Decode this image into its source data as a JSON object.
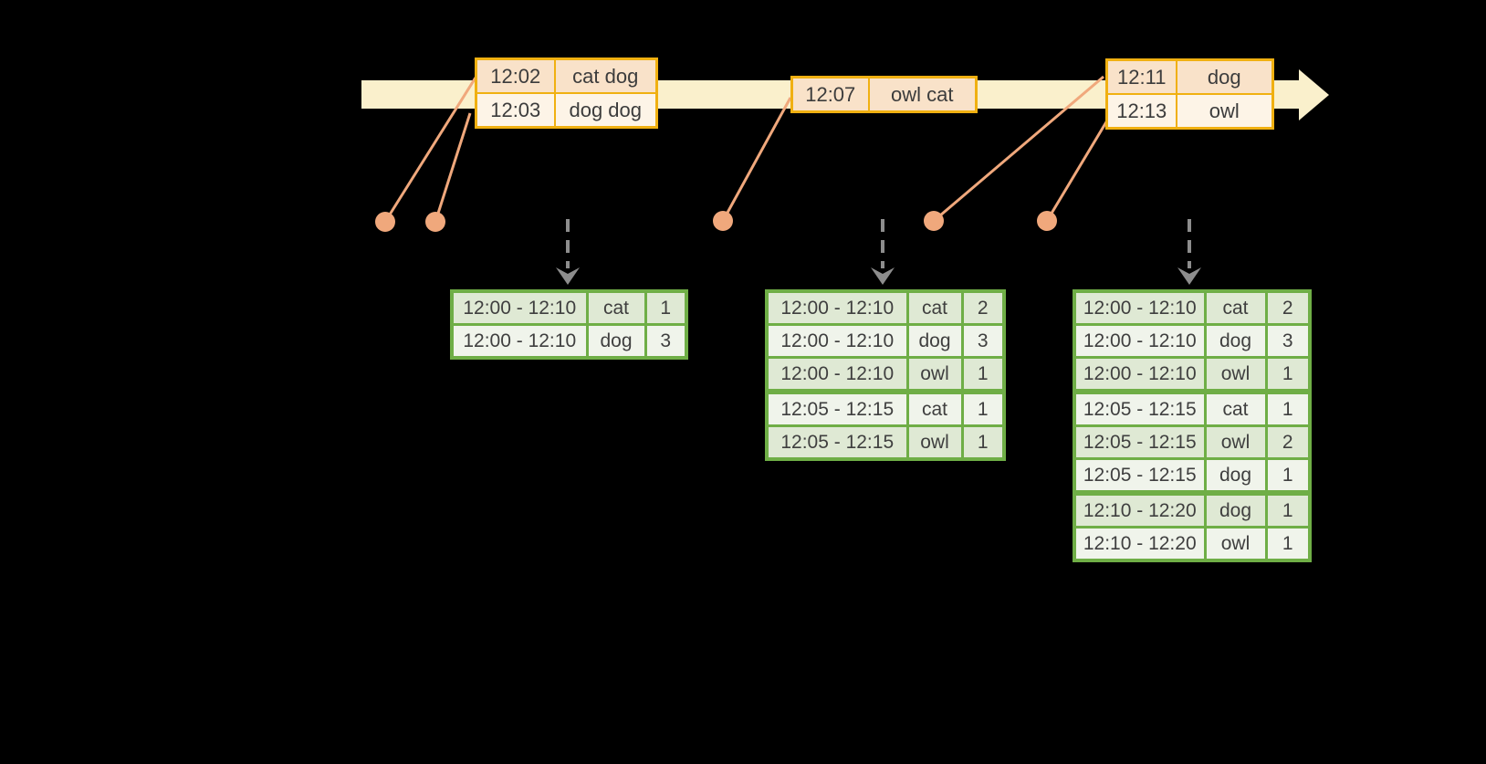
{
  "palette": {
    "background": "#000000",
    "timeline_band": "#faf0cc",
    "event_table_border": "#f0b011",
    "event_row_peach": "#f9e2c9",
    "event_row_cream": "#fdf4e7",
    "connector_salmon": "#f0a87c",
    "trigger_arrow_gray": "#8d8d8d",
    "result_table_border": "#6fae46",
    "result_row_dark": "#dfe9d4",
    "result_row_light": "#f0f4eb",
    "text": "#3c3c3c"
  },
  "event_stream": {
    "tables": [
      {
        "rows": [
          [
            "12:02",
            "cat dog"
          ],
          [
            "12:03",
            "dog dog"
          ]
        ]
      },
      {
        "rows": [
          [
            "12:07",
            "owl cat"
          ]
        ]
      },
      {
        "rows": [
          [
            "12:11",
            "dog"
          ],
          [
            "12:13",
            "owl"
          ]
        ]
      }
    ]
  },
  "result_tables": [
    {
      "rows": [
        [
          "12:00 - 12:10",
          "cat",
          "1"
        ],
        [
          "12:00 - 12:10",
          "dog",
          "3"
        ]
      ],
      "group_breaks": []
    },
    {
      "rows": [
        [
          "12:00 - 12:10",
          "cat",
          "2"
        ],
        [
          "12:00 - 12:10",
          "dog",
          "3"
        ],
        [
          "12:00 - 12:10",
          "owl",
          "1"
        ],
        [
          "12:05 - 12:15",
          "cat",
          "1"
        ],
        [
          "12:05 - 12:15",
          "owl",
          "1"
        ]
      ],
      "group_breaks": [
        2
      ]
    },
    {
      "rows": [
        [
          "12:00 - 12:10",
          "cat",
          "2"
        ],
        [
          "12:00 - 12:10",
          "dog",
          "3"
        ],
        [
          "12:00 - 12:10",
          "owl",
          "1"
        ],
        [
          "12:05 - 12:15",
          "cat",
          "1"
        ],
        [
          "12:05 - 12:15",
          "owl",
          "2"
        ],
        [
          "12:05 - 12:15",
          "dog",
          "1"
        ],
        [
          "12:10 - 12:20",
          "dog",
          "1"
        ],
        [
          "12:10 - 12:20",
          "owl",
          "1"
        ]
      ],
      "group_breaks": [
        2,
        5
      ]
    }
  ]
}
